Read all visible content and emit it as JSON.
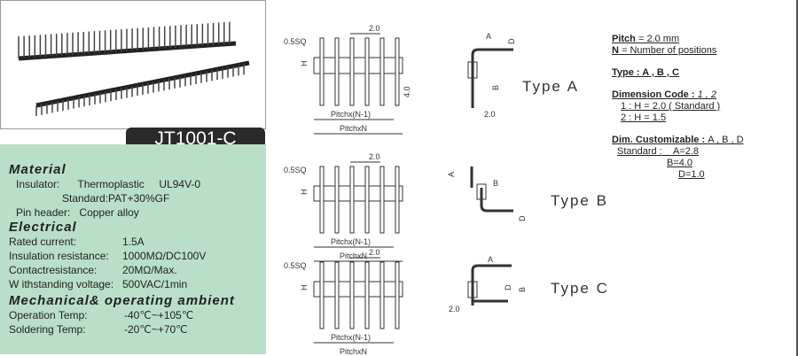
{
  "model": "JT1001-C",
  "material": {
    "title": "Material",
    "insulator_label": "Insulator:",
    "insulator_value": "Thermoplastic",
    "insulator_rating": "UL94V-0",
    "standard": "Standard:PAT+30%GF",
    "pin_label": "Pin header:",
    "pin_value": "Copper alloy"
  },
  "electrical": {
    "title": "Electrical",
    "rows": [
      {
        "label": "Rated current:",
        "value": "1.5A"
      },
      {
        "label": "Insulation resistance:",
        "value": "1000MΩ/DC100V"
      },
      {
        "label": "Contactresistance:",
        "value": "20MΩ/Max."
      },
      {
        "label": "W ithstanding voltage:",
        "value": "500VAC/1min"
      }
    ]
  },
  "mechanical": {
    "title": "Mechanical& operating ambient",
    "rows": [
      {
        "label": "Operation Temp:",
        "value": "-40℃~+105℃"
      },
      {
        "label": "Soldering Temp:",
        "value": "-20℃~+70℃"
      }
    ]
  },
  "notes": {
    "pitch_key": "Pitch",
    "pitch_val": " = 2.0  mm",
    "n_key": "N",
    "n_val": " = Number of positions",
    "type": "Type : A , B , C",
    "dim_code_key": "Dimension Code : ",
    "dim_code_val": "1 , 2",
    "dim_line1": "1 : H = 2.0 ( Standard )",
    "dim_line2": "2 : H = 1.5",
    "custom_key": "Dim. Customizable : ",
    "custom_val": "A , B , D",
    "std_label": "Standard :",
    "std_a": "A=2.8",
    "std_b": "B=4.0",
    "std_d": "D=1.0"
  },
  "drawings": {
    "sq": "0.5SQ",
    "pitch": "2.0",
    "height": "4.0",
    "pitch_n1": "Pitchx(N-1)",
    "pitch_n": "PitchxN",
    "h": "H",
    "a": "A",
    "b": "B",
    "d": "D"
  },
  "types": [
    "Type A",
    "Type B",
    "Type C"
  ]
}
